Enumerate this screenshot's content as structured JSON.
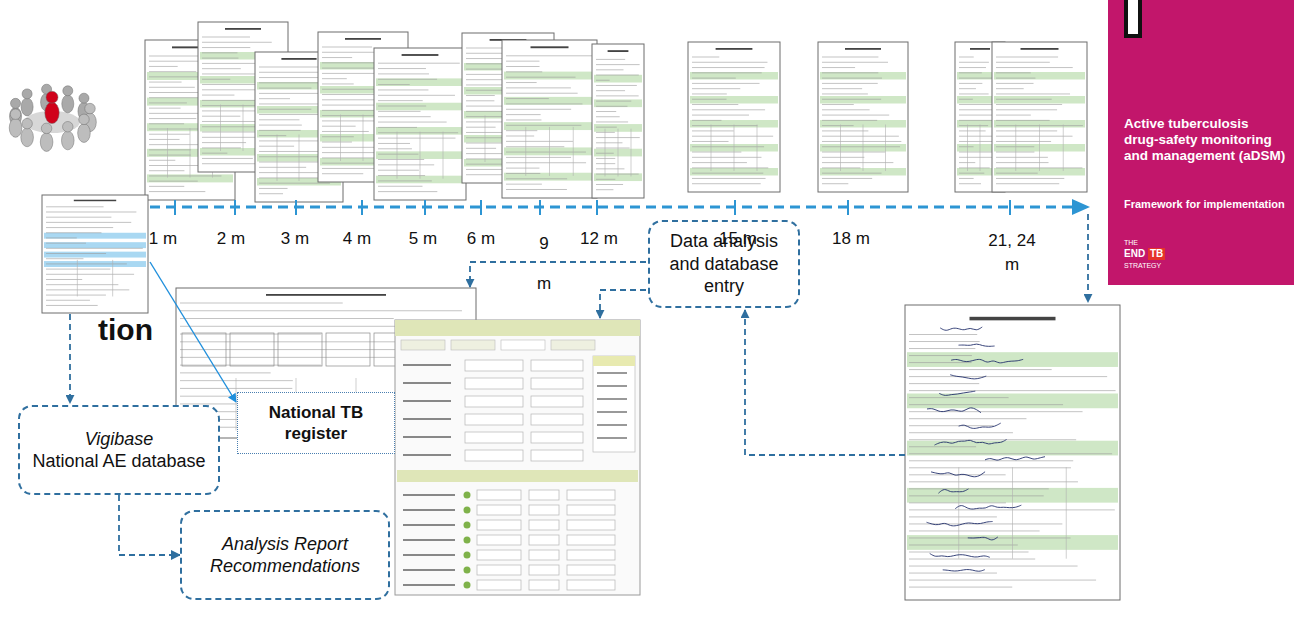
{
  "diagram": {
    "nodes": [
      {
        "text": [
          "Data analysis and database entry"
        ]
      },
      {
        "text": [
          "National TB register"
        ]
      },
      {
        "text": [
          "Vigibase",
          "National AE database"
        ]
      },
      {
        "text": [
          "Analysis Report Recommendations"
        ]
      }
    ],
    "edges": [
      {
        "from": 2,
        "to": 3,
        "arrow": "to"
      }
    ],
    "labels": [
      "1 m",
      "2 m",
      "3 m",
      "4 m",
      "5 m",
      "6 m",
      "9 m",
      "12 m",
      "15 m",
      "18 m",
      "21, 24 m",
      "tion",
      "Active tuberculosis drug-safety monitoring and management (aDSM)",
      "Framework for implementation",
      "THE",
      "END",
      "TB",
      "STRATEGY"
    ]
  }
}
